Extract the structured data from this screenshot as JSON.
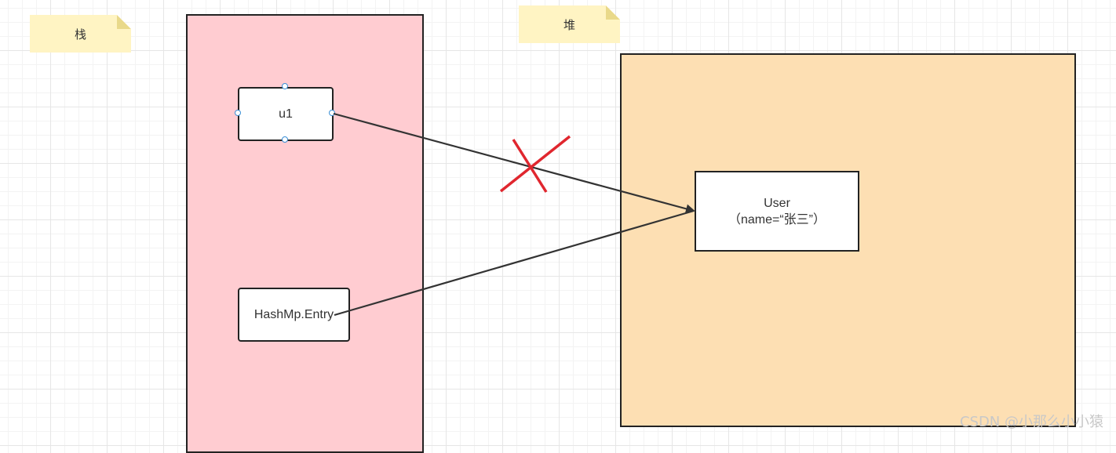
{
  "notes": {
    "stack_label": "栈",
    "heap_label": "堆"
  },
  "stack": {
    "ref_label": "u1",
    "entry_label": "HashMp.Entry"
  },
  "heap": {
    "object_line1": "User",
    "object_line2": "（name=“张三”）"
  },
  "colors": {
    "stack_fill": "#ffccd1",
    "heap_fill": "#fddfb3",
    "note_fill": "#fff4c3",
    "cross": "#e0262e",
    "arrow": "#333333"
  },
  "watermark": "CSDN @小那么小小猿"
}
